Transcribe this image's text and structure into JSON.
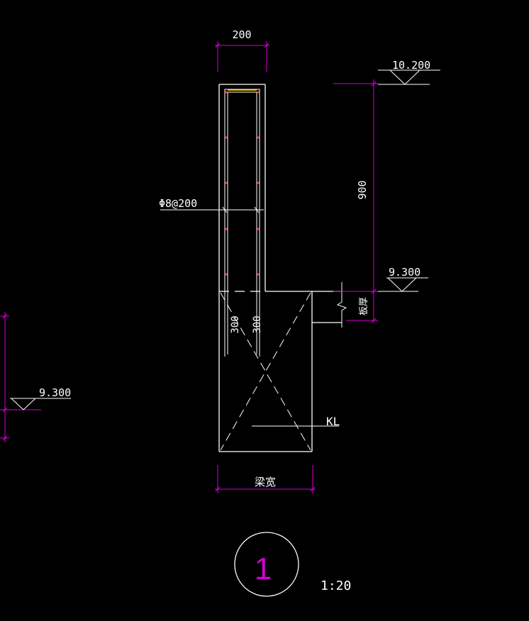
{
  "drawing": {
    "colors": {
      "background": "#000000",
      "outline": "#ffffff",
      "dimension": "#d400d4",
      "rebar_dots": "#ff2020",
      "stirrup": "#ffcc00"
    },
    "dimensions": {
      "wall_width": "200",
      "parapet_height": "900",
      "rebar_anchor_1": "300",
      "rebar_anchor_2": "300",
      "beam_width": "梁宽",
      "slab_thickness": "板厚"
    },
    "elevations": {
      "top": "10.200",
      "slab": "9.300",
      "left_slab": "9.300"
    },
    "rebar_label": "Φ8@200",
    "beam_label": "KL",
    "detail_number": "1",
    "scale": "1:20"
  }
}
